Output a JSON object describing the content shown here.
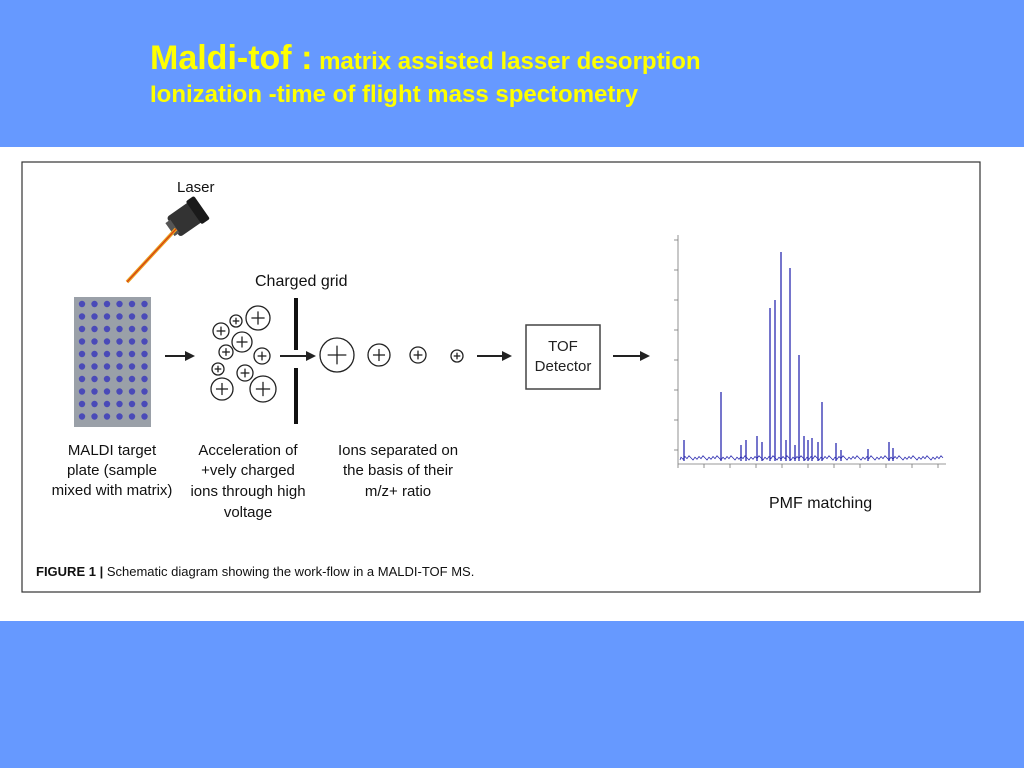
{
  "slide": {
    "title_main": "Maldi-tof :",
    "title_rest": " matrix assisted lasser desorption",
    "title_line2": "Ionization -time of flight mass spectometry",
    "title_color": "#ffff00",
    "band_color": "#6699ff"
  },
  "figure": {
    "laser_label": "Laser",
    "grid_label": "Charged grid",
    "detector_line1": "TOF",
    "detector_line2": "Detector",
    "plate_caption": [
      "MALDI target",
      "plate (sample",
      "mixed with matrix)"
    ],
    "accel_caption": [
      "Acceleration of",
      "+vely charged",
      "ions through high",
      "voltage"
    ],
    "separate_caption": [
      "Ions separated on",
      "the basis of their",
      "m/z+ ratio"
    ],
    "pmf_label": "PMF matching",
    "caption_bold": "FIGURE 1 |",
    "caption_text": " Schematic diagram showing the work-flow in a MALDI-TOF MS.",
    "ion_symbol": "+",
    "arrow_color": "#222222",
    "spectrum_color": "#2b2bb0",
    "plate_color": "#9aa0a8",
    "well_color": "#4a4ab8"
  }
}
